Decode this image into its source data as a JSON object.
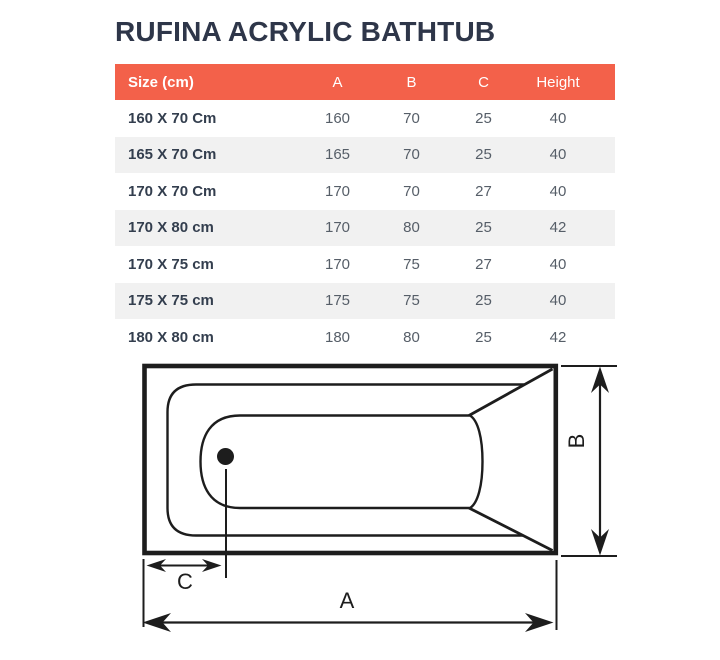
{
  "title": "RUFINA ACRYLIC BATHTUB",
  "colors": {
    "header_bg": "#f3614a",
    "header_text": "#ffffff",
    "row_alt_bg": "#f1f1f1",
    "title_text": "#2e3649",
    "label_text": "#333e4e",
    "value_text": "#565e68",
    "line": "#1d1d1d"
  },
  "table": {
    "columns": [
      "Size (cm)",
      "A",
      "B",
      "C",
      "Height"
    ],
    "rows": [
      {
        "size": "160 X 70 Cm",
        "a": "160",
        "b": "70",
        "c": "25",
        "height": "40"
      },
      {
        "size": "165 X 70 Cm",
        "a": "165",
        "b": "70",
        "c": "25",
        "height": "40"
      },
      {
        "size": "170 X 70 Cm",
        "a": "170",
        "b": "70",
        "c": "27",
        "height": "40"
      },
      {
        "size": "170 X 80 cm",
        "a": "170",
        "b": "80",
        "c": "25",
        "height": "42"
      },
      {
        "size": "170 X 75 cm",
        "a": "170",
        "b": "75",
        "c": "27",
        "height": "40"
      },
      {
        "size": "175 X 75 cm",
        "a": "175",
        "b": "75",
        "c": "25",
        "height": "40"
      },
      {
        "size": "180 X 80 cm",
        "a": "180",
        "b": "80",
        "c": "25",
        "height": "42"
      }
    ]
  },
  "diagram": {
    "labels": {
      "a": "A",
      "b": "B",
      "c": "C"
    }
  }
}
